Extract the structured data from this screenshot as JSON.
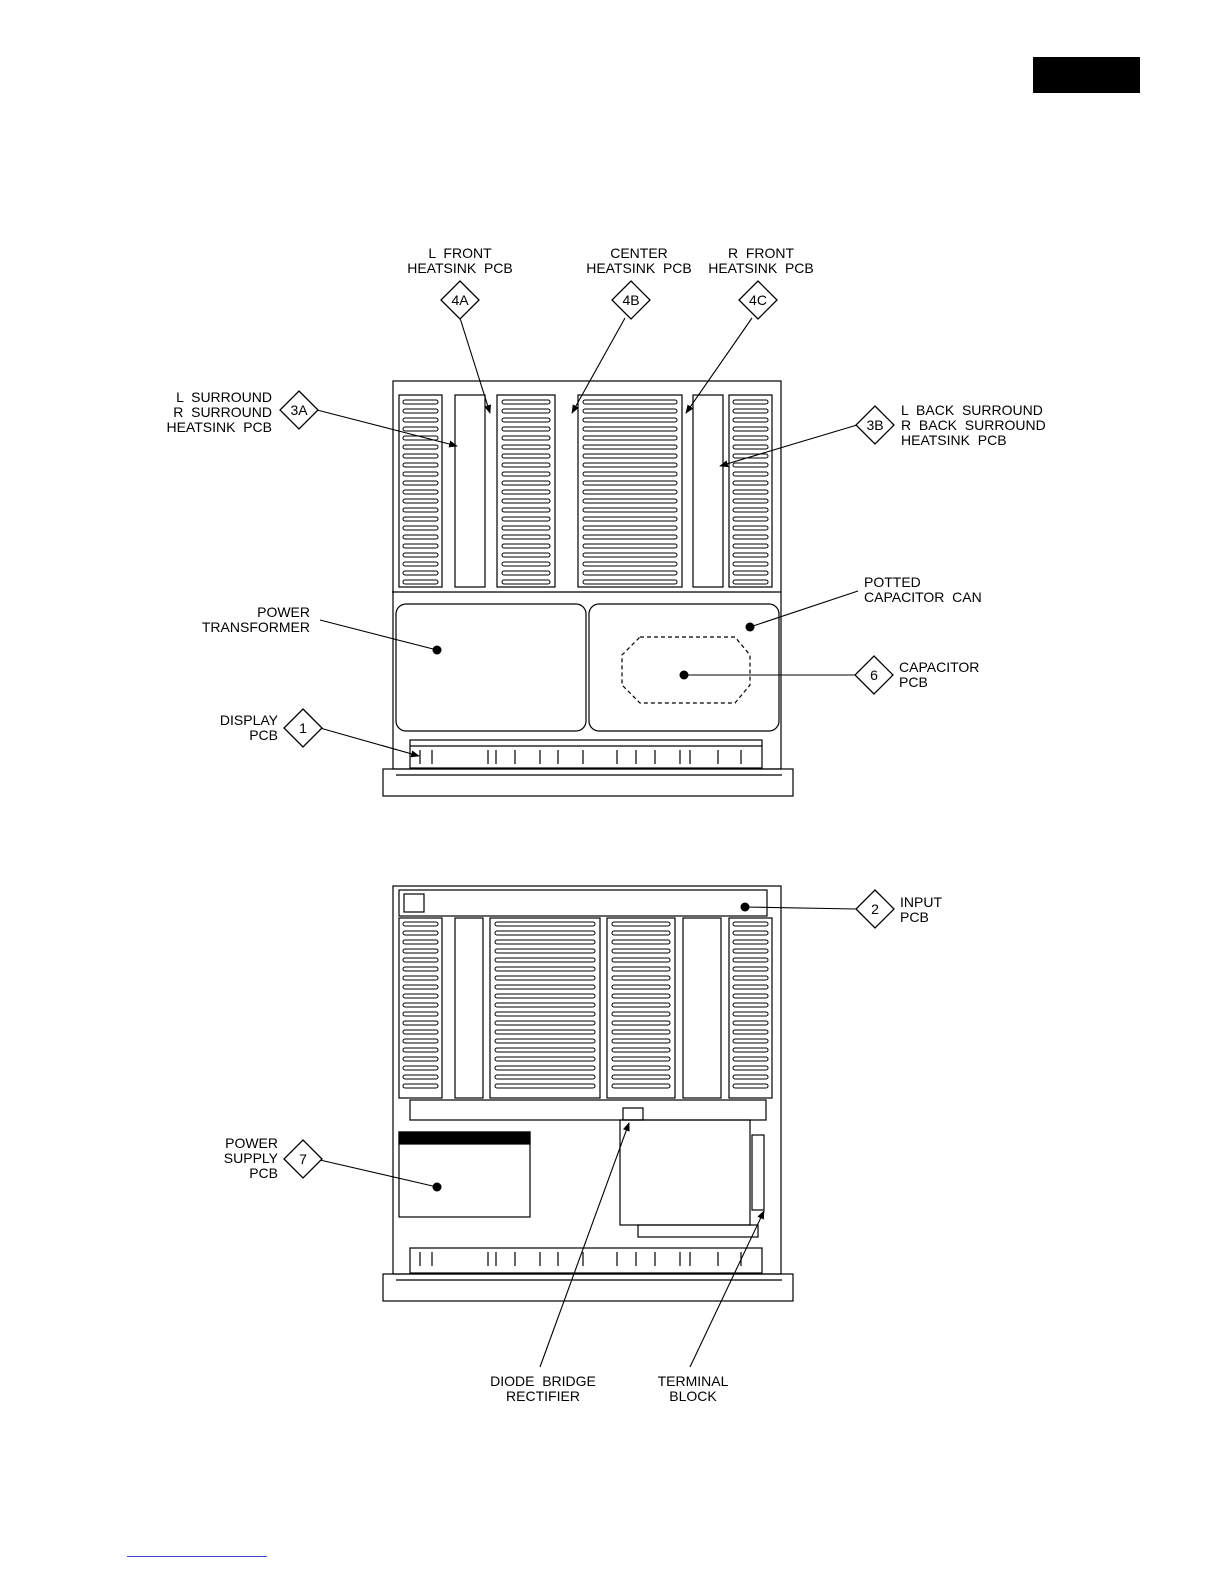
{
  "top_view": {
    "labels": {
      "l_front": "L  FRONT\nHEATSINK  PCB",
      "center": "CENTER\nHEATSINK  PCB",
      "r_front": "R  FRONT\nHEATSINK  PCB",
      "l_r_surround": "L  SURROUND\nR  SURROUND\nHEATSINK  PCB",
      "l_r_back_surround": "L  BACK  SURROUND\nR  BACK  SURROUND\nHEATSINK  PCB",
      "potted_can": "POTTED\nCAPACITOR  CAN",
      "power_transformer": "POWER\nTRANSFORMER",
      "capacitor_pcb": "CAPACITOR\nPCB",
      "display_pcb": "DISPLAY\nPCB"
    },
    "tags": {
      "l_front": "4A",
      "center": "4B",
      "r_front": "4C",
      "surround": "3A",
      "back_surround": "3B",
      "capacitor": "6",
      "display": "1"
    }
  },
  "bottom_view": {
    "labels": {
      "input_pcb": "INPUT\nPCB",
      "power_supply_pcb": "POWER\nSUPPLY\nPCB",
      "diode_bridge": "DIODE  BRIDGE\nRECTIFIER",
      "terminal_block": "TERMINAL\nBLOCK"
    },
    "tags": {
      "input": "2",
      "power_supply": "7"
    }
  },
  "colors": {
    "ink": "#000000",
    "tab": "#000000",
    "footer_rule": "#3b4bd6"
  }
}
